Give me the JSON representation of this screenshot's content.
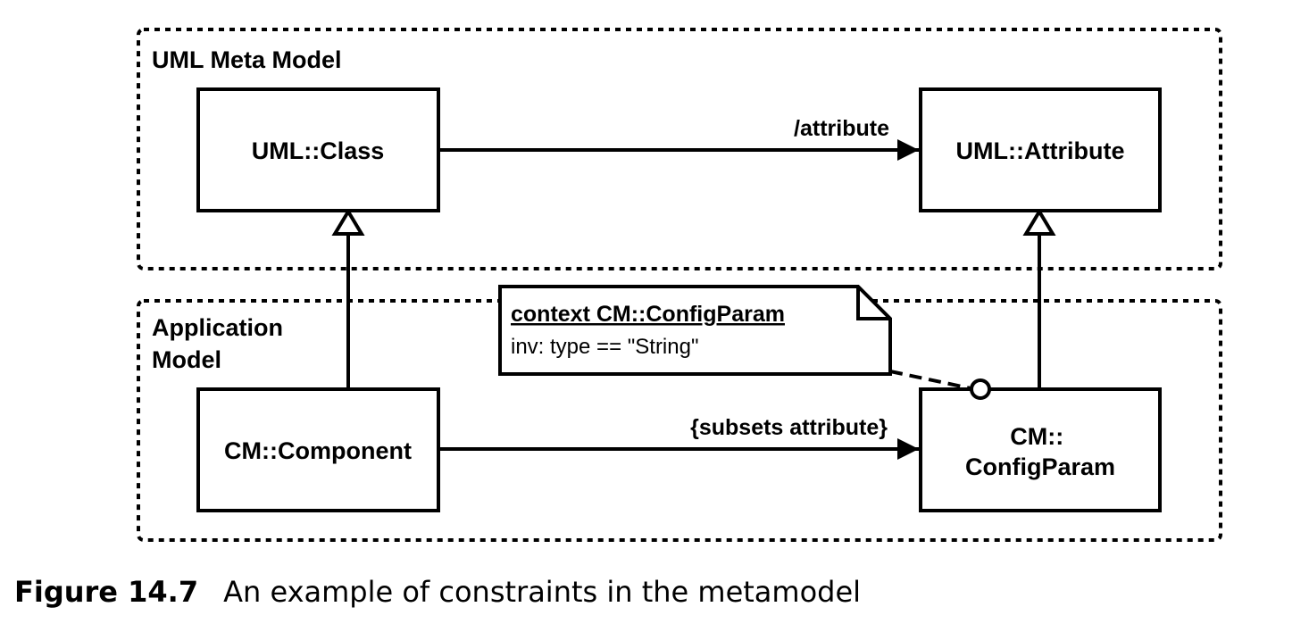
{
  "packages": {
    "meta": {
      "label": "UML Meta Model"
    },
    "app": {
      "label_lines": [
        "Application",
        "Model"
      ]
    }
  },
  "classes": {
    "uml_class": {
      "label_lines": [
        "UML::Class"
      ]
    },
    "uml_attribute": {
      "label_lines": [
        "UML::Attribute"
      ]
    },
    "cm_component": {
      "label_lines": [
        "CM::Component"
      ]
    },
    "cm_configparam": {
      "label_lines": [
        "CM::",
        "ConfigParam"
      ]
    }
  },
  "associations": {
    "attribute": {
      "label": "/attribute"
    },
    "subsets": {
      "label": "{subsets attribute}"
    }
  },
  "note": {
    "title": "context CM::ConfigParam",
    "body": "inv: type == \"String\""
  },
  "caption": {
    "figure_number": "Figure 14.7",
    "text": "An example of constraints in the metamodel"
  }
}
